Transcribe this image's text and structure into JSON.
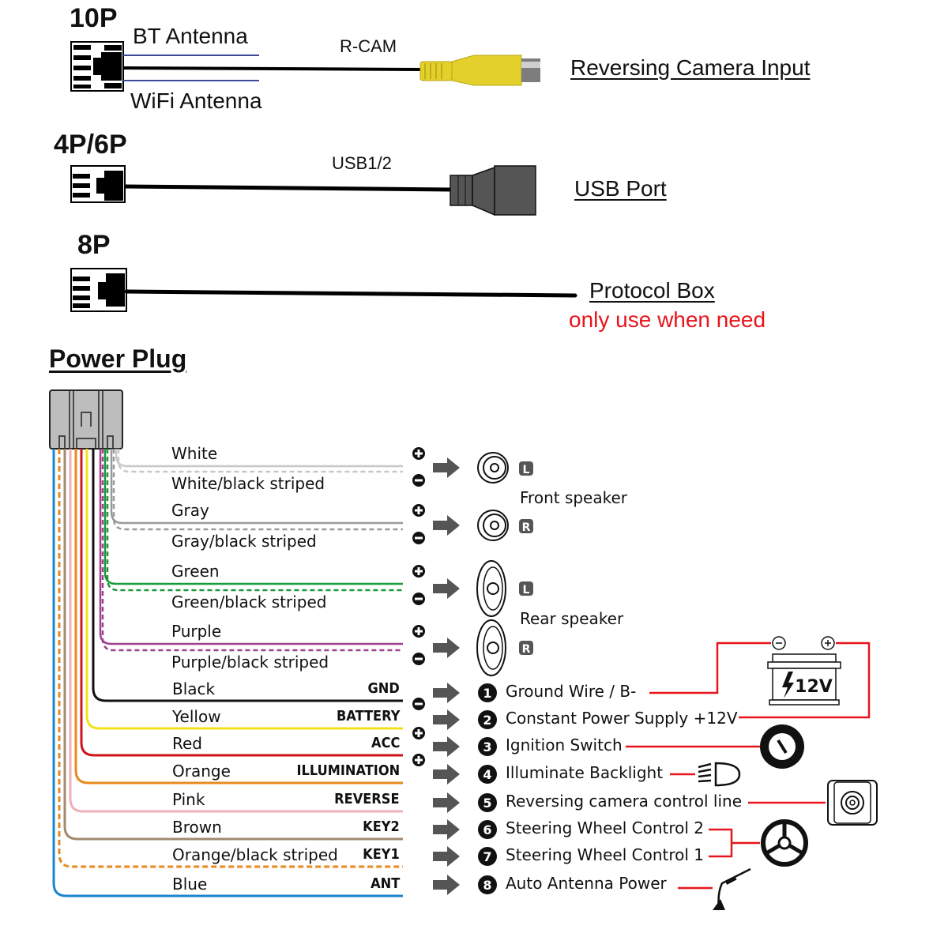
{
  "connectors": [
    {
      "name": "10P",
      "cable_label": "R-CAM",
      "top_label": "BT Antenna",
      "bottom_label": "WiFi Antenna",
      "destination": "Reversing Camera Input",
      "end_type": "rca-yellow-connector"
    },
    {
      "name": "4P/6P",
      "cable_label": "USB1/2",
      "destination": "USB Port",
      "end_type": "usb-connector"
    },
    {
      "name": "8P",
      "cable_label": "",
      "destination": "Protocol Box",
      "note": "only use when need",
      "end_type": "bare-cable"
    }
  ],
  "power_plug": {
    "title": "Power Plug",
    "speaker_wires": [
      {
        "name": "White",
        "color": "#c8c8c8",
        "polarity": "+",
        "dashed": false
      },
      {
        "name": "White/black striped",
        "color": "#c8c8c8",
        "polarity": "-",
        "dashed": true
      },
      {
        "name": "Gray",
        "color": "#9a9a9a",
        "polarity": "+",
        "dashed": false
      },
      {
        "name": "Gray/black striped",
        "color": "#9a9a9a",
        "polarity": "-",
        "dashed": true
      },
      {
        "name": "Green",
        "color": "#1a9a3a",
        "polarity": "+",
        "dashed": false
      },
      {
        "name": "Green/black striped",
        "color": "#1a9a3a",
        "polarity": "-",
        "dashed": true
      },
      {
        "name": "Purple",
        "color": "#a0408f",
        "polarity": "+",
        "dashed": false
      },
      {
        "name": "Purple/black striped",
        "color": "#a0408f",
        "polarity": "-",
        "dashed": true
      }
    ],
    "speakers": [
      {
        "group": "Front speaker",
        "channels": [
          "L",
          "R"
        ]
      },
      {
        "group": "Rear speaker",
        "channels": [
          "L",
          "R"
        ]
      }
    ],
    "function_wires": [
      {
        "name": "Black",
        "function": "GND",
        "color": "#111111",
        "polarity": "-",
        "dashed": false,
        "number": "1",
        "description": "Ground Wire / B-"
      },
      {
        "name": "Yellow",
        "function": "BATTERY",
        "color": "#f3e21a",
        "polarity": "+",
        "dashed": false,
        "number": "2",
        "description": "Constant Power Supply +12V"
      },
      {
        "name": "Red",
        "function": "ACC",
        "color": "#d0141b",
        "polarity": "+",
        "dashed": false,
        "number": "3",
        "description": "Ignition Switch"
      },
      {
        "name": "Orange",
        "function": "ILLUMINATION",
        "color": "#e8891f",
        "polarity": "",
        "dashed": false,
        "number": "4",
        "description": "Illuminate Backlight"
      },
      {
        "name": "Pink",
        "function": "REVERSE",
        "color": "#f0b0b8",
        "polarity": "",
        "dashed": false,
        "number": "5",
        "description": "Reversing camera control line"
      },
      {
        "name": "Brown",
        "function": "KEY2",
        "color": "#a08a70",
        "polarity": "",
        "dashed": false,
        "number": "6",
        "description": "Steering Wheel Control 2"
      },
      {
        "name": "Orange/black striped",
        "function": "KEY1",
        "color": "#e8891f",
        "polarity": "",
        "dashed": true,
        "number": "7",
        "description": "Steering Wheel Control 1"
      },
      {
        "name": "Blue",
        "function": "ANT",
        "color": "#1a86d0",
        "polarity": "",
        "dashed": false,
        "number": "8",
        "description": "Auto  Antenna Power"
      }
    ],
    "battery_label": "12V",
    "battery_terminals": [
      "-",
      "+"
    ],
    "accent_color": "#e8141b"
  }
}
